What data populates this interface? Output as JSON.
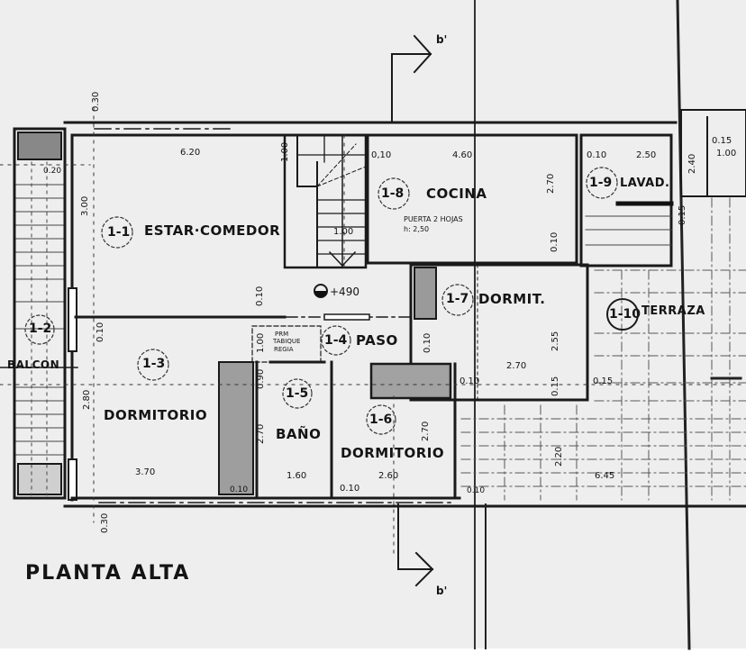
{
  "drawing": {
    "title": "PLANTA ALTA",
    "level_marker": "+490",
    "cut_marker_top": "b'",
    "cut_marker_bottom": "b'"
  },
  "rooms": [
    {
      "tag": "1-1",
      "name": "ESTAR·COMEDOR"
    },
    {
      "tag": "1-2",
      "name": "BALCON"
    },
    {
      "tag": "1-3",
      "name": "DORMITORIO"
    },
    {
      "tag": "1-4",
      "name": "PASO"
    },
    {
      "tag": "1-5",
      "name": "BAÑO"
    },
    {
      "tag": "1-6",
      "name": "DORMITORIO"
    },
    {
      "tag": "1-7",
      "name": "DORMIT."
    },
    {
      "tag": "1-8",
      "name": "COCINA"
    },
    {
      "tag": "1-9",
      "name": "LAVAD."
    },
    {
      "tag": "1-10",
      "name": "TERRAZA"
    }
  ],
  "notes": {
    "cocina_door": "PUERTA 2 HOJAS",
    "cocina_height": "h: 2,50",
    "paso_note_1": "PRM",
    "paso_note_2": "TABIQUE",
    "paso_note_3": "REGIA"
  },
  "dimensions": {
    "estar_width": "6.20",
    "estar_depth": "3.00",
    "top_wall": "0.30",
    "balcon_wall": "0.20",
    "stair_depth": "1.00",
    "stair_width": "1.00",
    "cocina_left": "0,10",
    "cocina_width": "4.60",
    "cocina_depth": "2.70",
    "cocina_wall": "0.10",
    "lavad_left": "0.10",
    "lavad_width": "2.50",
    "lavad_depth": "2.40",
    "lavad_wall_right": "0.15",
    "lavad_right_2": "1.00",
    "lavad_side": "0.15",
    "paso_wall_left": "0.10",
    "paso_door": "1.00",
    "paso_wall_right": "0.10",
    "dorm13_wall": "0.10",
    "dorm13_depth": "2.80",
    "dorm13_width": "3.70",
    "dorm13_wall_bottom": "0.10",
    "bottom_wall": "0.30",
    "bano_wall": "0.90",
    "bano_depth": "2.70",
    "bano_width": "1.60",
    "dorm16_wall": "0.10",
    "dorm16_depth": "2.70",
    "dorm16_width": "2.60",
    "dorm17_depth": "2.55",
    "dorm17_width": "2.70",
    "dorm17_wall_left": "0.10",
    "dorm17_wall_b": "0.15",
    "dorm17_wall_r": "0.15",
    "terraza_depth": "2.20",
    "terraza_width": "6.45",
    "terraza_wall": "0.10"
  }
}
